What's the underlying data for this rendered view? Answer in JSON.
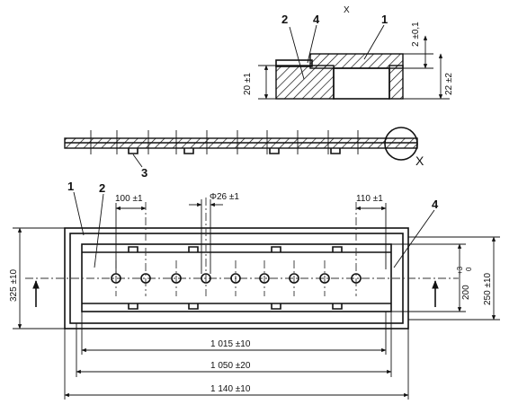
{
  "section_detail": {
    "view_label": "X",
    "callouts": [
      "2",
      "4",
      "1"
    ],
    "dim_top_gap": "2 ±0,1",
    "dim_left_height": "20 ±1",
    "dim_right_height": "22 ±2"
  },
  "side_view": {
    "view_label": "X",
    "callout": "3"
  },
  "plan_view": {
    "callouts": [
      "1",
      "2",
      "4"
    ],
    "dim_pitch_left": "100 ±1",
    "dim_hole_dia": "Φ26 ±1",
    "dim_pitch_right": "110 ±1",
    "dim_outer_height": "325 ±10",
    "dim_inner_height": "200",
    "dim_inner_tol_upper": "+3",
    "dim_inner_tol_lower": "0",
    "dim_frame_height": "250 ±10",
    "dim_len_1": "1 015 ±10",
    "dim_len_2": "1 050 ±20",
    "dim_len_3": "1 140 ±10"
  }
}
